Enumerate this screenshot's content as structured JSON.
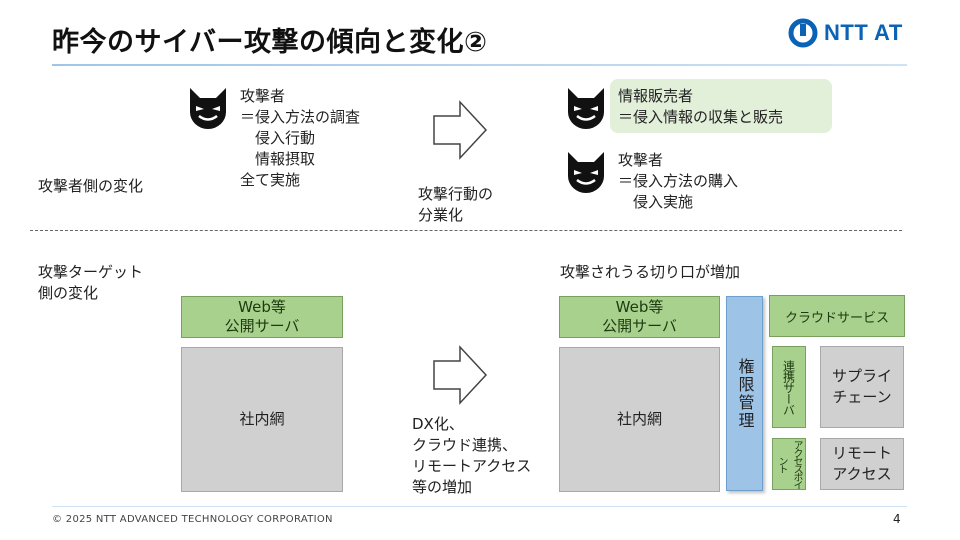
{
  "header": {
    "title": "昨今のサイバー攻撃の傾向と変化②",
    "logo_text": "NTT AT"
  },
  "attacker_section": {
    "label": "攻撃者側の変化",
    "before_text": "攻撃者\n＝侵入方法の調査\n　侵入行動\n　情報摂取\n全て実施",
    "arrow_label": "攻撃行動の\n分業化",
    "seller_text": "情報販売者\n＝侵入情報の収集と販売",
    "attacker_after_text": "攻撃者\n＝侵入方法の購入\n　侵入実施"
  },
  "target_section": {
    "label": "攻撃ターゲット\n側の変化",
    "left_web_box": "Web等\n公開サーバ",
    "left_internal_box": "社内網",
    "arrow_label": "DX化、\nクラウド連携、\nリモートアクセス\n等の増加",
    "right_heading": "攻撃されうる切り口が増加",
    "right_web_box": "Web等\n公開サーバ",
    "right_internal_box": "社内網",
    "auth_box": "権限管理",
    "cloud_box": "クラウドサービス",
    "link_server_box": "連携サーバ",
    "access_point_box": "アクセスポイント",
    "supply_chain_box": "サプライ\nチェーン",
    "remote_access_box": "リモート\nアクセス"
  },
  "footer": {
    "copyright": "© 2025 NTT ADVANCED TECHNOLOGY CORPORATION",
    "page_number": "4"
  },
  "colors": {
    "accent_blue": "#0b63b6",
    "green_box": "#a9d18e",
    "gray_box": "#d0d0d0",
    "blue_box": "#9dc3e6",
    "bubble": "#e2efd9"
  },
  "icons": [
    "devil-icon",
    "right-arrow-icon",
    "ntt-logo-icon"
  ]
}
